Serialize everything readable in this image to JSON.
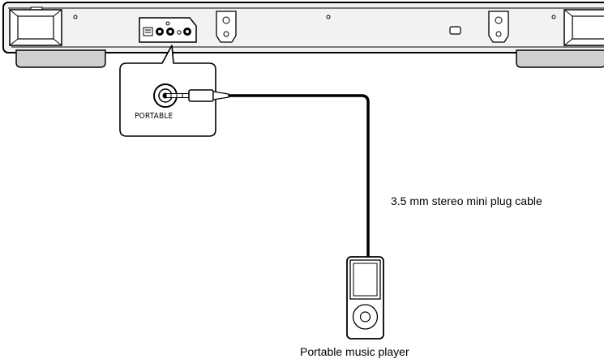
{
  "labels": {
    "jack": "PORTABLE",
    "cable": "3.5 mm stereo mini plug cable",
    "player": "Portable music player"
  },
  "colors": {
    "line": "#000000",
    "unit_fill": "#f2f2f2",
    "foot_fill": "#cfcfcf",
    "background": "#ffffff"
  },
  "icons": [
    "soundbar-rear",
    "jack-socket",
    "mini-plug",
    "music-player"
  ]
}
